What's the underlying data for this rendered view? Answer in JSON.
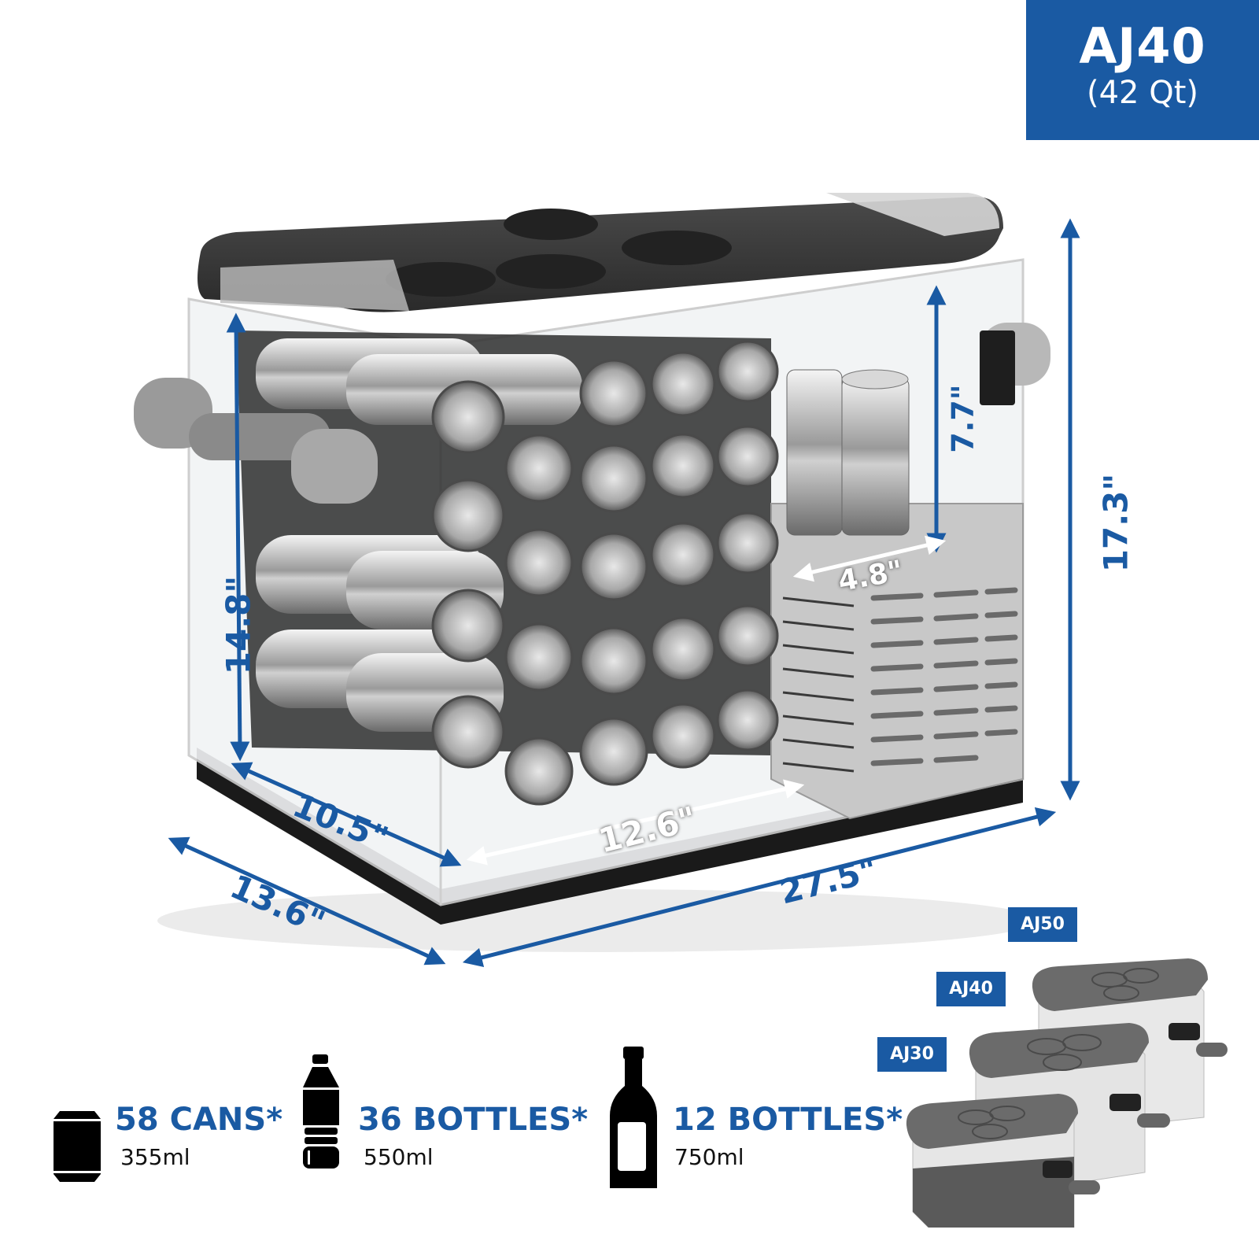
{
  "header_badge": {
    "model": "AJ40",
    "capacity": "(42 Qt)",
    "background_color": "#1a5aa3"
  },
  "dimensions": {
    "height_total": "17.3\"",
    "interior_height": "14.8\"",
    "interior_depth": "10.5\"",
    "outer_depth": "13.6\"",
    "outer_length": "27.5\"",
    "interior_length": "12.6\"",
    "step_height": "7.7\"",
    "step_width": "4.8\""
  },
  "capacities": [
    {
      "icon": "can-icon",
      "title": "58 CANS*",
      "volume": "355ml"
    },
    {
      "icon": "water-bottle-icon",
      "title": "36 BOTTLES*",
      "volume": "550ml"
    },
    {
      "icon": "wine-bottle-icon",
      "title": "12 BOTTLES*",
      "volume": "750ml"
    }
  ],
  "model_lineup": [
    {
      "label": "AJ50"
    },
    {
      "label": "AJ40"
    },
    {
      "label": "AJ30"
    }
  ],
  "colors": {
    "accent": "#1a5aa3",
    "lid": "#3a3a3a",
    "body": "#d9d9d9",
    "icon": "#000000"
  }
}
